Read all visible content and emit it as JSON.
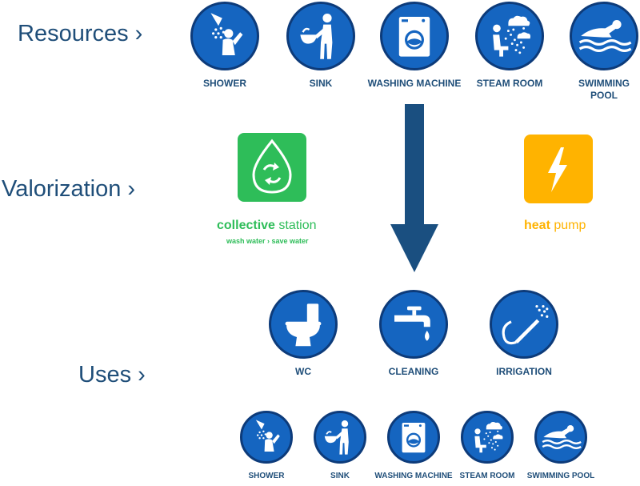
{
  "labels": {
    "resources": "Resources ›",
    "valorization": "Valorization ›",
    "uses": "Uses ›"
  },
  "resources": [
    {
      "icon": "shower-icon",
      "label_line1": "SHOWER",
      "label_line2": ""
    },
    {
      "icon": "sink-icon",
      "label_line1": "SINK",
      "label_line2": ""
    },
    {
      "icon": "washing-machine-icon",
      "label_line1": "WASHING MACHINE",
      "label_line2": ""
    },
    {
      "icon": "steam-room-icon",
      "label_line1": "STEAM ROOM",
      "label_line2": ""
    },
    {
      "icon": "swimming-pool-icon",
      "label_line1": "SWIMMING",
      "label_line2": "POOL"
    }
  ],
  "valorization": {
    "collective": {
      "icon": "water-recycle-icon",
      "title_bold": "collective",
      "title_rest": " station",
      "subtitle": "wash water › save water",
      "color": "#2ebd59"
    },
    "heatpump": {
      "icon": "lightning-icon",
      "title_bold": "heat",
      "title_rest": " pump",
      "color": "#ffb300"
    }
  },
  "uses": [
    {
      "icon": "toilet-icon",
      "label": "WC"
    },
    {
      "icon": "faucet-icon",
      "label": "CLEANING"
    },
    {
      "icon": "hose-sprayer-icon",
      "label": "IRRIGATION"
    }
  ],
  "uses_bottom": [
    {
      "icon": "shower-icon",
      "label": "SHOWER"
    },
    {
      "icon": "sink-icon",
      "label": "SINK"
    },
    {
      "icon": "washing-machine-icon",
      "label": "WASHING MACHINE"
    },
    {
      "icon": "steam-room-icon",
      "label": "STEAM ROOM"
    },
    {
      "icon": "swimming-pool-icon",
      "label": "SWIMMING POOL"
    }
  ],
  "colors": {
    "icon_blue": "#1565c0",
    "icon_border": "#0d3b7a",
    "label_text": "#1f4e79",
    "arrow": "#1a4f80",
    "green": "#2ebd59",
    "orange": "#ffb300"
  }
}
